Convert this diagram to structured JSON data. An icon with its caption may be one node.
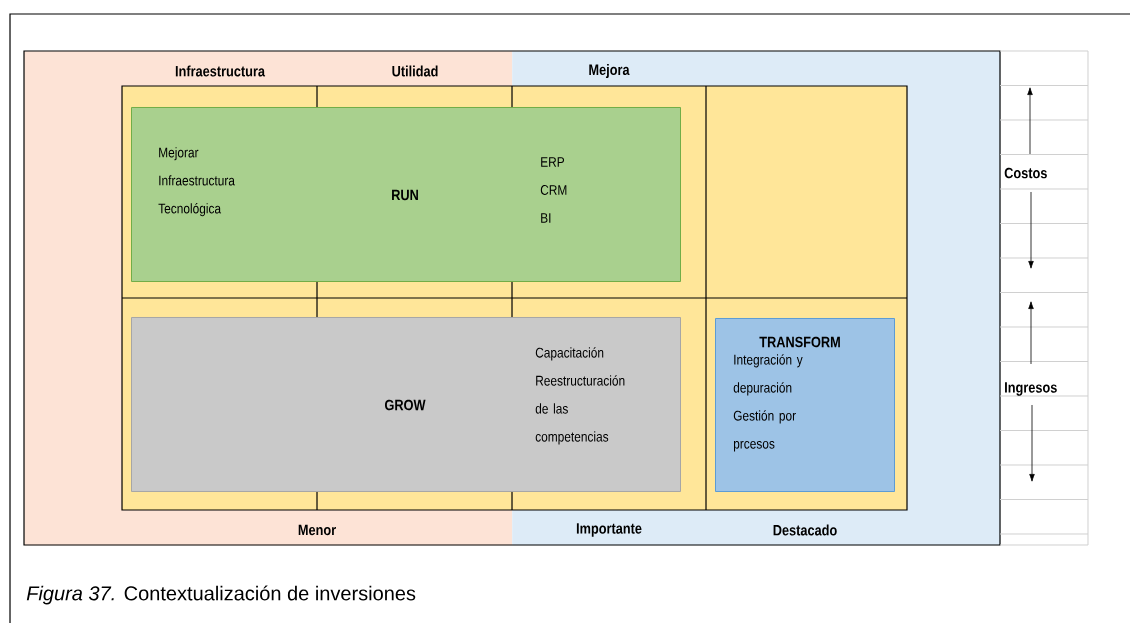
{
  "diagram": {
    "caption": "*Figura 37.* Contextualización de inversiones",
    "nodes": [
      {
        "text": [
          "Infraestructura",
          "Utilidad",
          "Menor"
        ]
      },
      {
        "text": [
          "Mejora",
          "Importante",
          "Destacado"
        ]
      },
      {
        "text": [
          "Mejorar Infraestructura Tecnológica",
          "RUN",
          "ERP CRM BI"
        ]
      },
      {
        "text": [
          "GROW",
          "Capacitación Reestructuración de las competencias"
        ]
      },
      {
        "text": [
          "TRANSFORM",
          "Integración y depuración Gestión por prcesos"
        ],
        "in": 1
      }
    ],
    "labels": [
      "Costos",
      "Ingresos"
    ]
  }
}
